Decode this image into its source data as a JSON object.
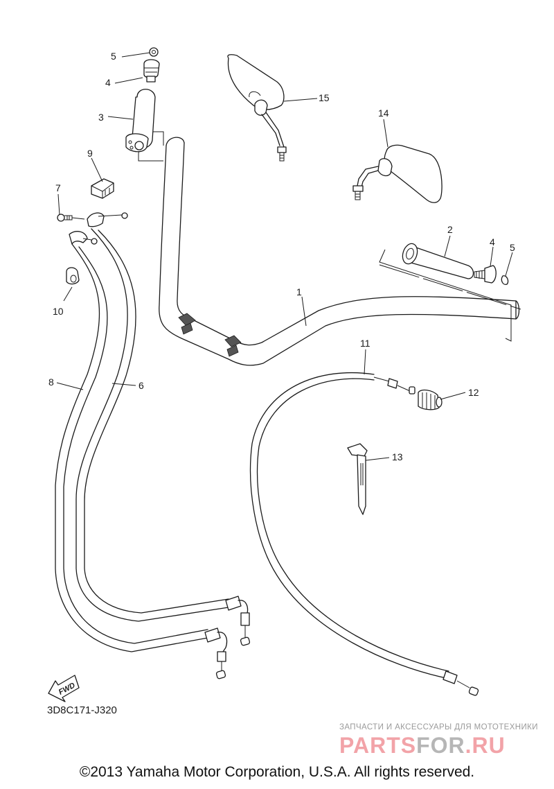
{
  "diagram": {
    "title": "Handlebar, Mirrors & Cables",
    "code": "3D8C171-J320",
    "direction_indicator": "FWD",
    "callouts": [
      {
        "id": "c1",
        "label": "1",
        "part": "handlebar"
      },
      {
        "id": "c2",
        "label": "2",
        "part": "grip-right"
      },
      {
        "id": "c3",
        "label": "3",
        "part": "throttle-grip"
      },
      {
        "id": "c4a",
        "label": "4",
        "part": "bar-end-weight-left"
      },
      {
        "id": "c4b",
        "label": "4",
        "part": "bar-end-weight-right"
      },
      {
        "id": "c5a",
        "label": "5",
        "part": "nut-left"
      },
      {
        "id": "c5b",
        "label": "5",
        "part": "nut-right"
      },
      {
        "id": "c6",
        "label": "6",
        "part": "throttle-cable-1"
      },
      {
        "id": "c7",
        "label": "7",
        "part": "screw"
      },
      {
        "id": "c8",
        "label": "8",
        "part": "throttle-cable-2"
      },
      {
        "id": "c9",
        "label": "9",
        "part": "cable-holder"
      },
      {
        "id": "c10",
        "label": "10",
        "part": "clamp"
      },
      {
        "id": "c11",
        "label": "11",
        "part": "clutch-cable"
      },
      {
        "id": "c12",
        "label": "12",
        "part": "cable-adjuster"
      },
      {
        "id": "c13",
        "label": "13",
        "part": "band"
      },
      {
        "id": "c14",
        "label": "14",
        "part": "mirror-left"
      },
      {
        "id": "c15",
        "label": "15",
        "part": "mirror-right"
      }
    ]
  },
  "watermark": {
    "tagline": "ЗАПЧАСТИ И АКСЕССУАРЫ ДЛЯ МОТОТЕХНИКИ",
    "brand_part1": "PARTS",
    "brand_part2": "FOR",
    "brand_part3": ".RU",
    "colors": {
      "pink": "#f2a3a8",
      "gray": "#b6b6b6"
    }
  },
  "footer": {
    "copyright": "©2013 Yamaha Motor Corporation, U.S.A. All rights reserved."
  }
}
